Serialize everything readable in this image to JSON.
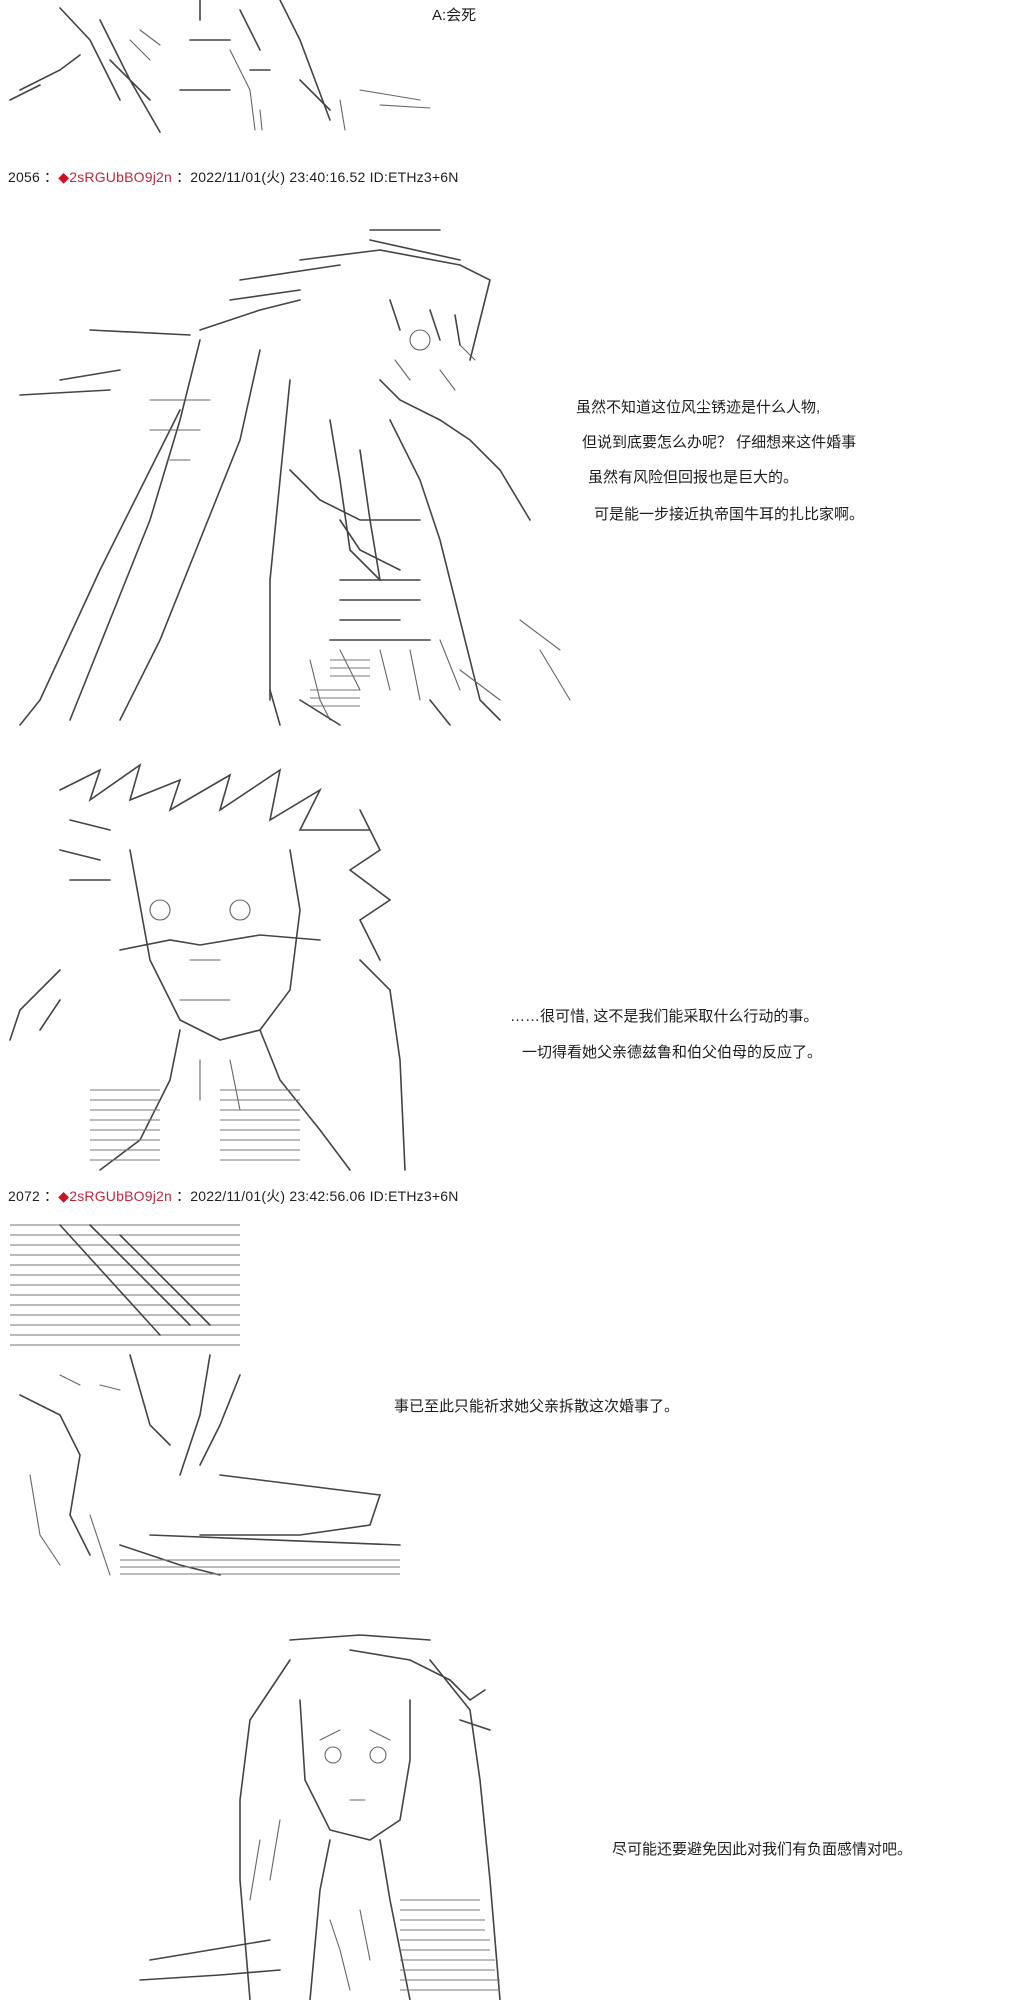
{
  "top_panel": {
    "caption": "A:会死"
  },
  "posts": [
    {
      "number": "2056",
      "separator": "：",
      "diamond": "◆",
      "trip": "2sRGUbBO9j2n",
      "datetime": "：2022/11/01(火) 23:40:16.52 ID:ETHz3+6N"
    },
    {
      "number": "2072",
      "separator": "：",
      "diamond": "◆",
      "trip": "2sRGUbBO9j2n",
      "datetime": "：2022/11/01(火) 23:42:56.06 ID:ETHz3+6N"
    }
  ],
  "panel_1": {
    "lines": [
      "虽然不知道这位风尘锈迹是什么人物,",
      "但说到底要怎么办呢？ 仔细想来这件婚事",
      "虽然有风险但回报也是巨大的。",
      "可是能一步接近执帝国牛耳的扎比家啊。"
    ]
  },
  "panel_2": {
    "lines": [
      "……很可惜, 这不是我们能采取什么行动的事。",
      "一切得看她父亲德兹鲁和伯父伯母的反应了。"
    ]
  },
  "panel_3": {
    "lines": [
      "事已至此只能祈求她父亲拆散这次婚事了。"
    ]
  },
  "panel_4": {
    "lines": [
      "尽可能还要避免因此对我们有负面感情对吧。"
    ]
  },
  "colors": {
    "text": "#1e1e1e",
    "trip": "#c0283c",
    "diamond": "#d01020",
    "line_art": "#444444"
  }
}
